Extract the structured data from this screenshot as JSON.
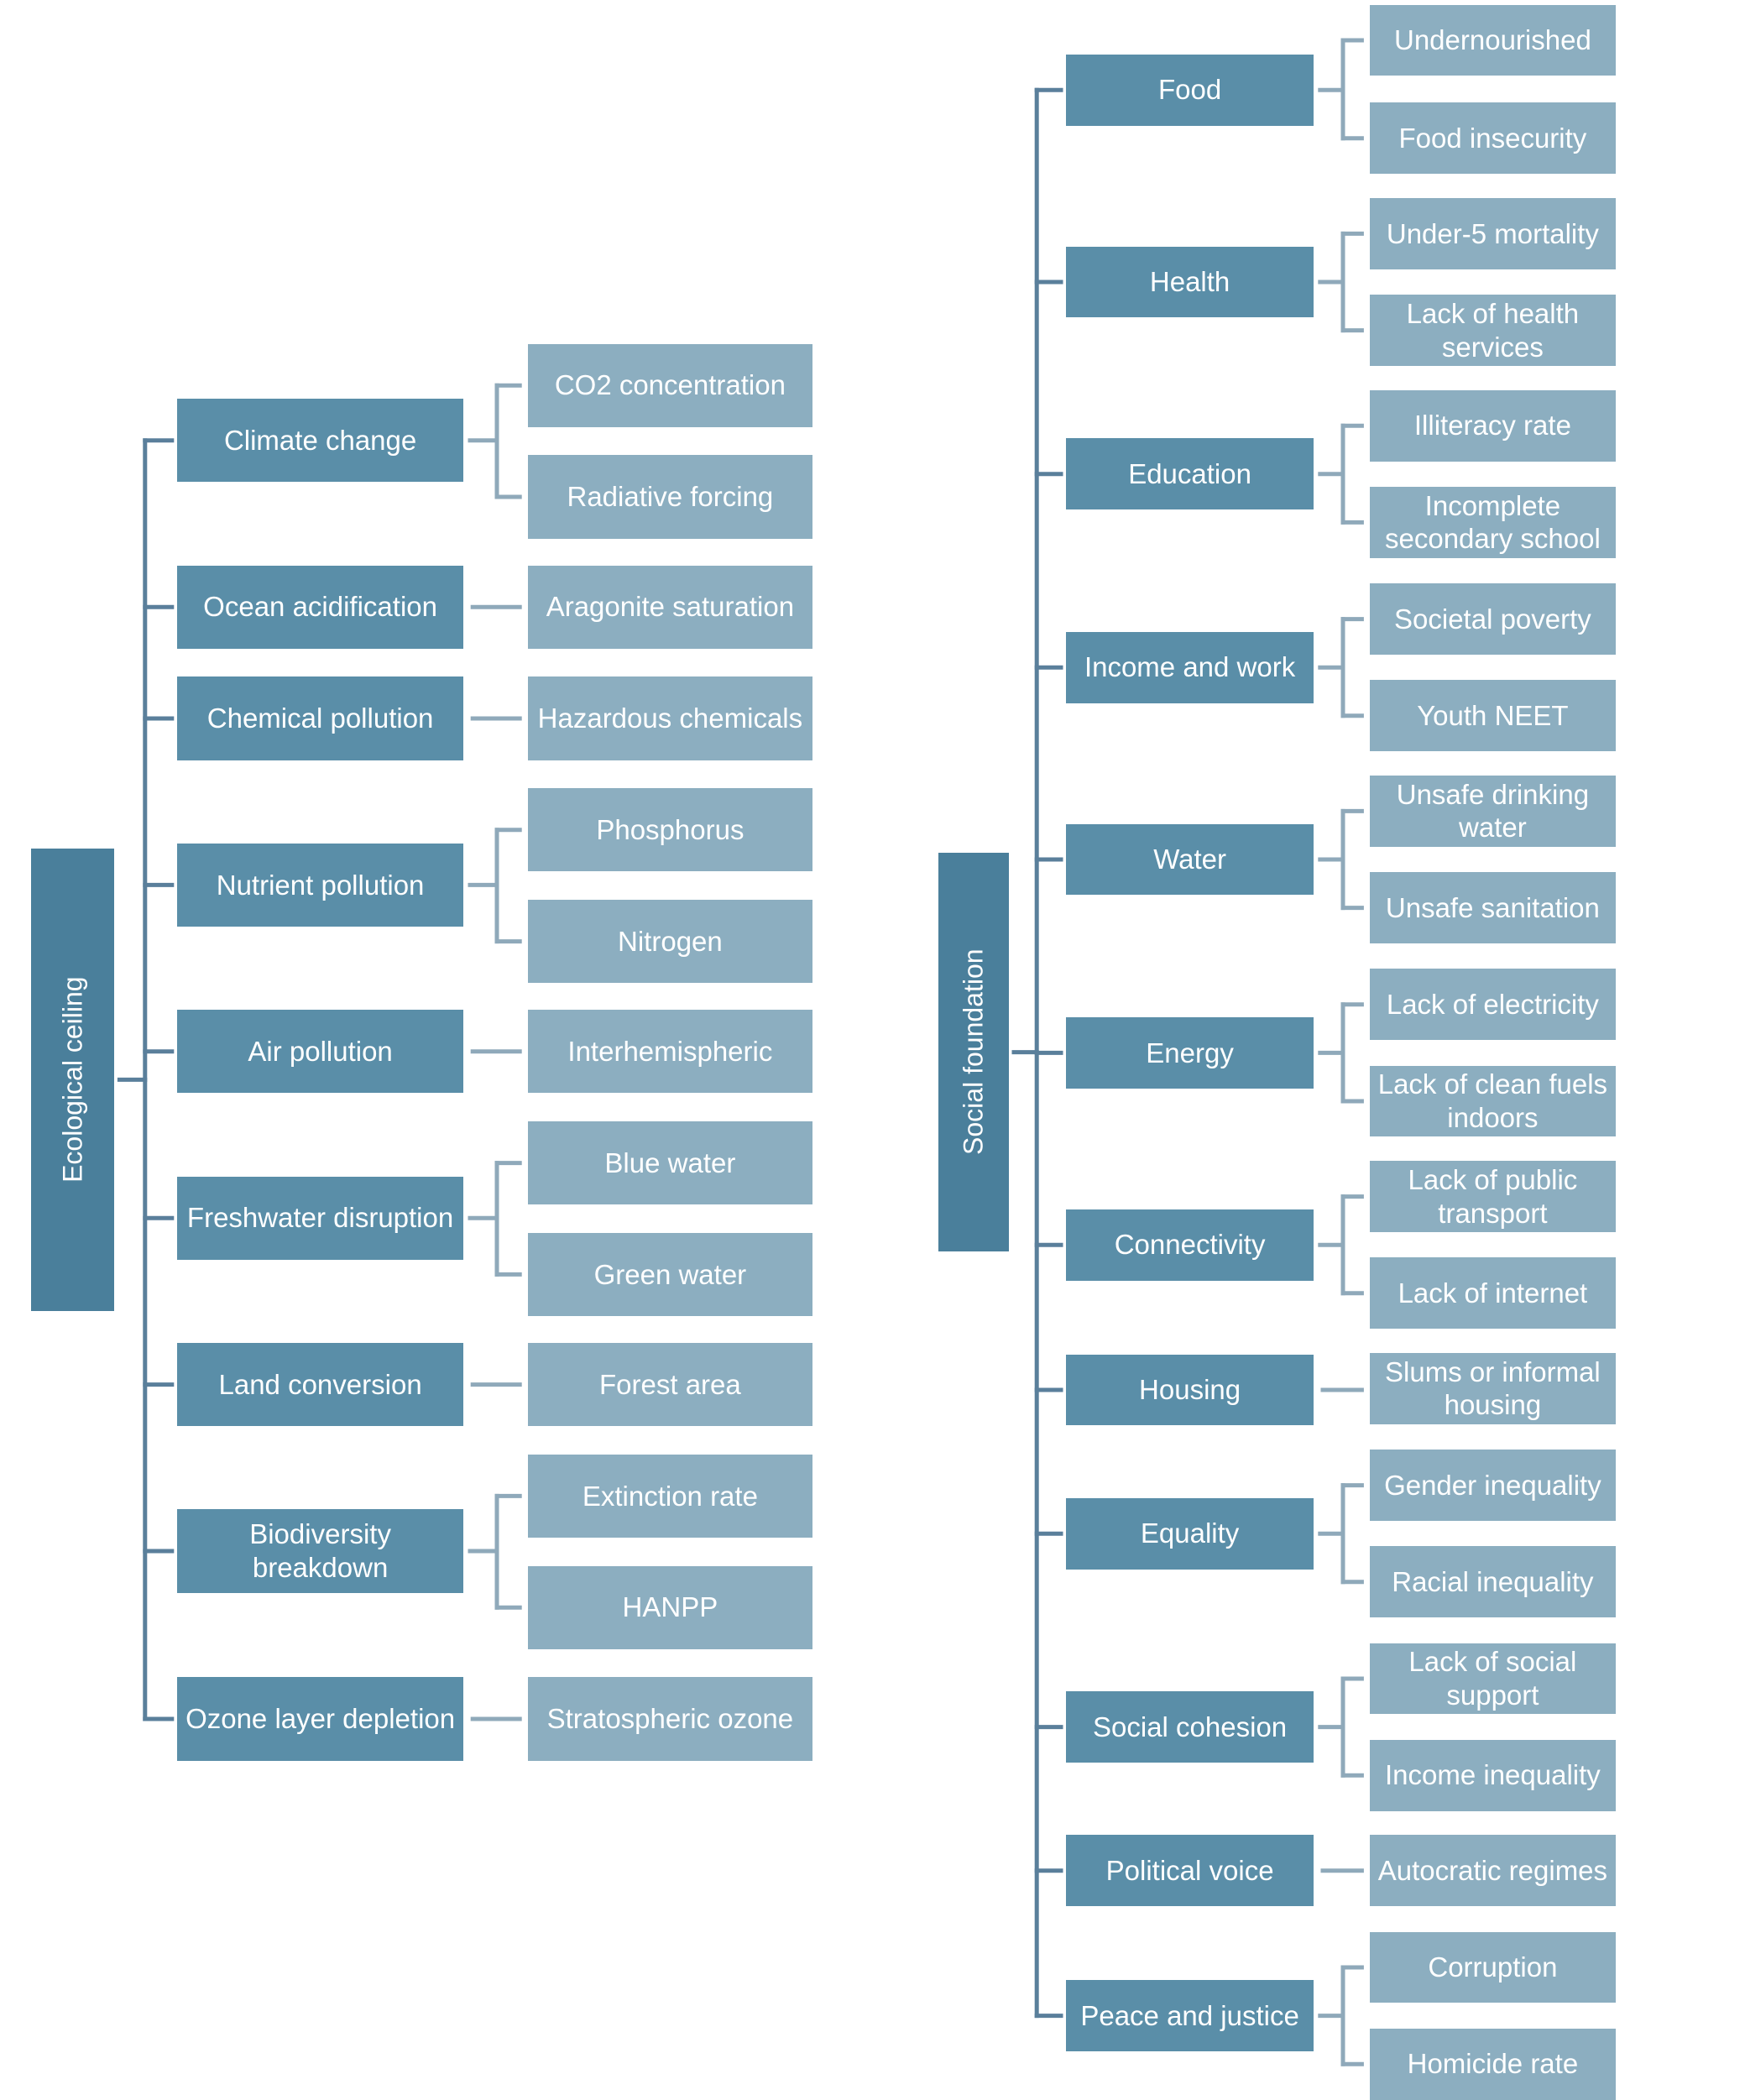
{
  "colors": {
    "root": "#4a7f9b",
    "category": "#5a8ea8",
    "indicator": "#8caec0",
    "trunk_line": "#5a7f9b",
    "branch_line": "#8fa9ba"
  },
  "trees": [
    {
      "root": "Ecological ceiling",
      "categories": [
        {
          "label": "Climate change",
          "indicators": [
            "CO2 concentration",
            "Radiative forcing"
          ]
        },
        {
          "label": "Ocean acidification",
          "indicators": [
            "Aragonite saturation"
          ]
        },
        {
          "label": "Chemical pollution",
          "indicators": [
            "Hazardous chemicals"
          ]
        },
        {
          "label": "Nutrient pollution",
          "indicators": [
            "Phosphorus",
            "Nitrogen"
          ]
        },
        {
          "label": "Air pollution",
          "indicators": [
            "Interhemispheric"
          ]
        },
        {
          "label": "Freshwater disruption",
          "indicators": [
            "Blue water",
            "Green water"
          ]
        },
        {
          "label": "Land conversion",
          "indicators": [
            "Forest area"
          ]
        },
        {
          "label": "Biodiversity breakdown",
          "indicators": [
            "Extinction rate",
            "HANPP"
          ]
        },
        {
          "label": "Ozone layer depletion",
          "indicators": [
            "Stratospheric ozone"
          ]
        }
      ]
    },
    {
      "root": "Social foundation",
      "categories": [
        {
          "label": "Food",
          "indicators": [
            "Undernourished",
            "Food insecurity"
          ]
        },
        {
          "label": "Health",
          "indicators": [
            "Under-5 mortality",
            "Lack of health services"
          ]
        },
        {
          "label": "Education",
          "indicators": [
            "Illiteracy rate",
            "Incomplete secondary school"
          ]
        },
        {
          "label": "Income and work",
          "indicators": [
            "Societal poverty",
            "Youth NEET"
          ]
        },
        {
          "label": "Water",
          "indicators": [
            "Unsafe drinking water",
            "Unsafe sanitation"
          ]
        },
        {
          "label": "Energy",
          "indicators": [
            "Lack of electricity",
            "Lack of clean fuels indoors"
          ]
        },
        {
          "label": "Connectivity",
          "indicators": [
            "Lack of public transport",
            "Lack of internet"
          ]
        },
        {
          "label": "Housing",
          "indicators": [
            "Slums or informal housing"
          ]
        },
        {
          "label": "Equality",
          "indicators": [
            "Gender inequality",
            "Racial inequality"
          ]
        },
        {
          "label": "Social cohesion",
          "indicators": [
            "Lack of social support",
            "Income inequality"
          ]
        },
        {
          "label": "Political voice",
          "indicators": [
            "Autocratic regimes"
          ]
        },
        {
          "label": "Peace and justice",
          "indicators": [
            "Corruption",
            "Homicide rate"
          ]
        }
      ]
    }
  ]
}
